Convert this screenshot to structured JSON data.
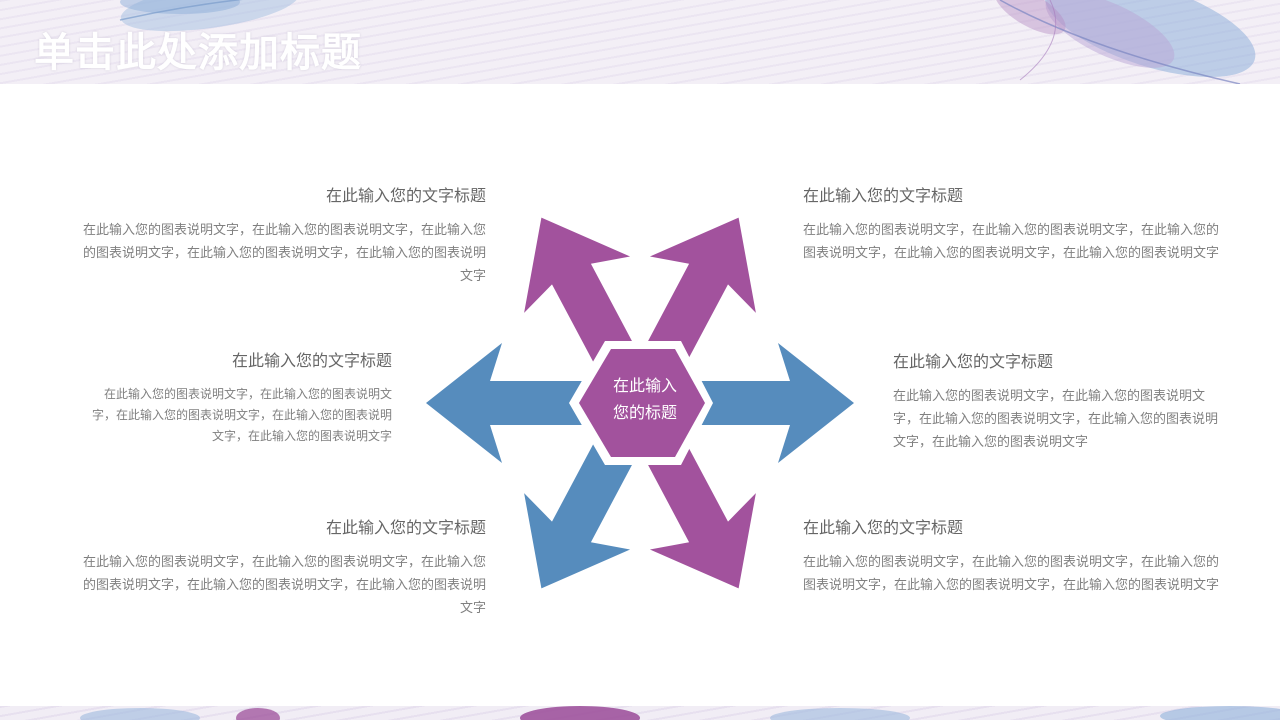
{
  "slide": {
    "title": "单击此处添加标题"
  },
  "colors": {
    "purple": "#a2529d",
    "blue": "#568cbd",
    "text_heading": "#666666",
    "text_body": "#808080"
  },
  "center": {
    "line1": "在此输入",
    "line2": "您的标题"
  },
  "blocks": {
    "top_left": {
      "heading": "在此输入您的文字标题",
      "body": "在此输入您的图表说明文字，在此输入您的图表说明文字，在此输入您的图表说明文字，在此输入您的图表说明文字，在此输入您的图表说明文字"
    },
    "mid_left": {
      "heading": "在此输入您的文字标题",
      "body": "在此输入您的图表说明文字，在此输入您的图表说明文字，在此输入您的图表说明文字，在此输入您的图表说明文字，在此输入您的图表说明文字"
    },
    "bottom_left": {
      "heading": "在此输入您的文字标题",
      "body": "在此输入您的图表说明文字，在此输入您的图表说明文字，在此输入您的图表说明文字，在此输入您的图表说明文字，在此输入您的图表说明文字"
    },
    "top_right": {
      "heading": "在此输入您的文字标题",
      "body": "在此输入您的图表说明文字，在此输入您的图表说明文字，在此输入您的图表说明文字，在此输入您的图表说明文字，在此输入您的图表说明文字"
    },
    "mid_right": {
      "heading": "在此输入您的文字标题",
      "body": "在此输入您的图表说明文字，在此输入您的图表说明文字，在此输入您的图表说明文字，在此输入您的图表说明文字，在此输入您的图表说明文字"
    },
    "bottom_right": {
      "heading": "在此输入您的文字标题",
      "body": "在此输入您的图表说明文字，在此输入您的图表说明文字，在此输入您的图表说明文字，在此输入您的图表说明文字，在此输入您的图表说明文字"
    }
  }
}
